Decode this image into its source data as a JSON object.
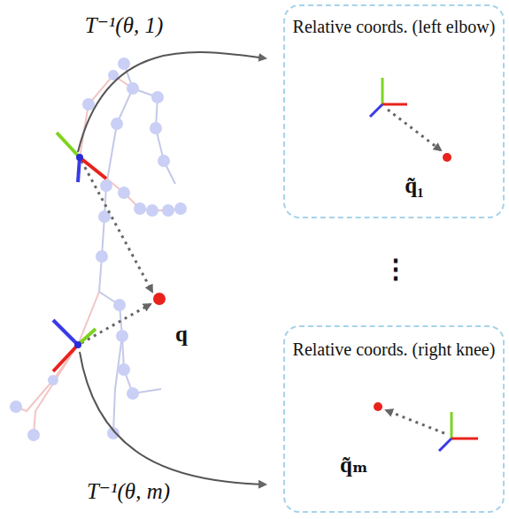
{
  "diagram": {
    "nodes": [
      {
        "text": [
          "Relative coords. (left elbow)",
          "q̃₁"
        ]
      },
      {
        "text": [
          "Relative coords. (right knee)",
          "q̃ₘ"
        ]
      }
    ],
    "labels": [
      "T⁻¹(θ, 1)",
      "q",
      "⋮",
      "T⁻¹(θ, m)"
    ]
  }
}
